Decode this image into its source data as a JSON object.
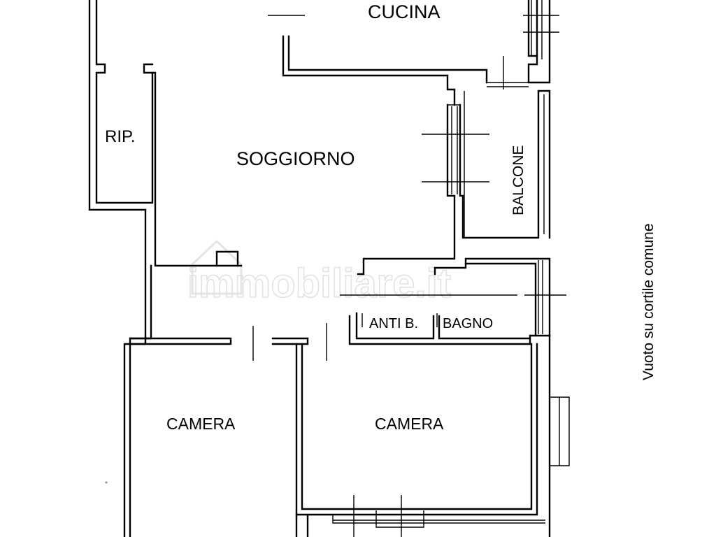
{
  "rooms": {
    "cucina": "CUCINA",
    "rip": "RIP.",
    "soggiorno": "SOGGIORNO",
    "balcone": "BALCONE",
    "anti_bagno": "ANTI B.",
    "bagno": "BAGNO",
    "camera_left": "CAMERA",
    "camera_right": "CAMERA"
  },
  "side_note": "Vuoto su cortile comune",
  "watermark": "immobiliare.it"
}
